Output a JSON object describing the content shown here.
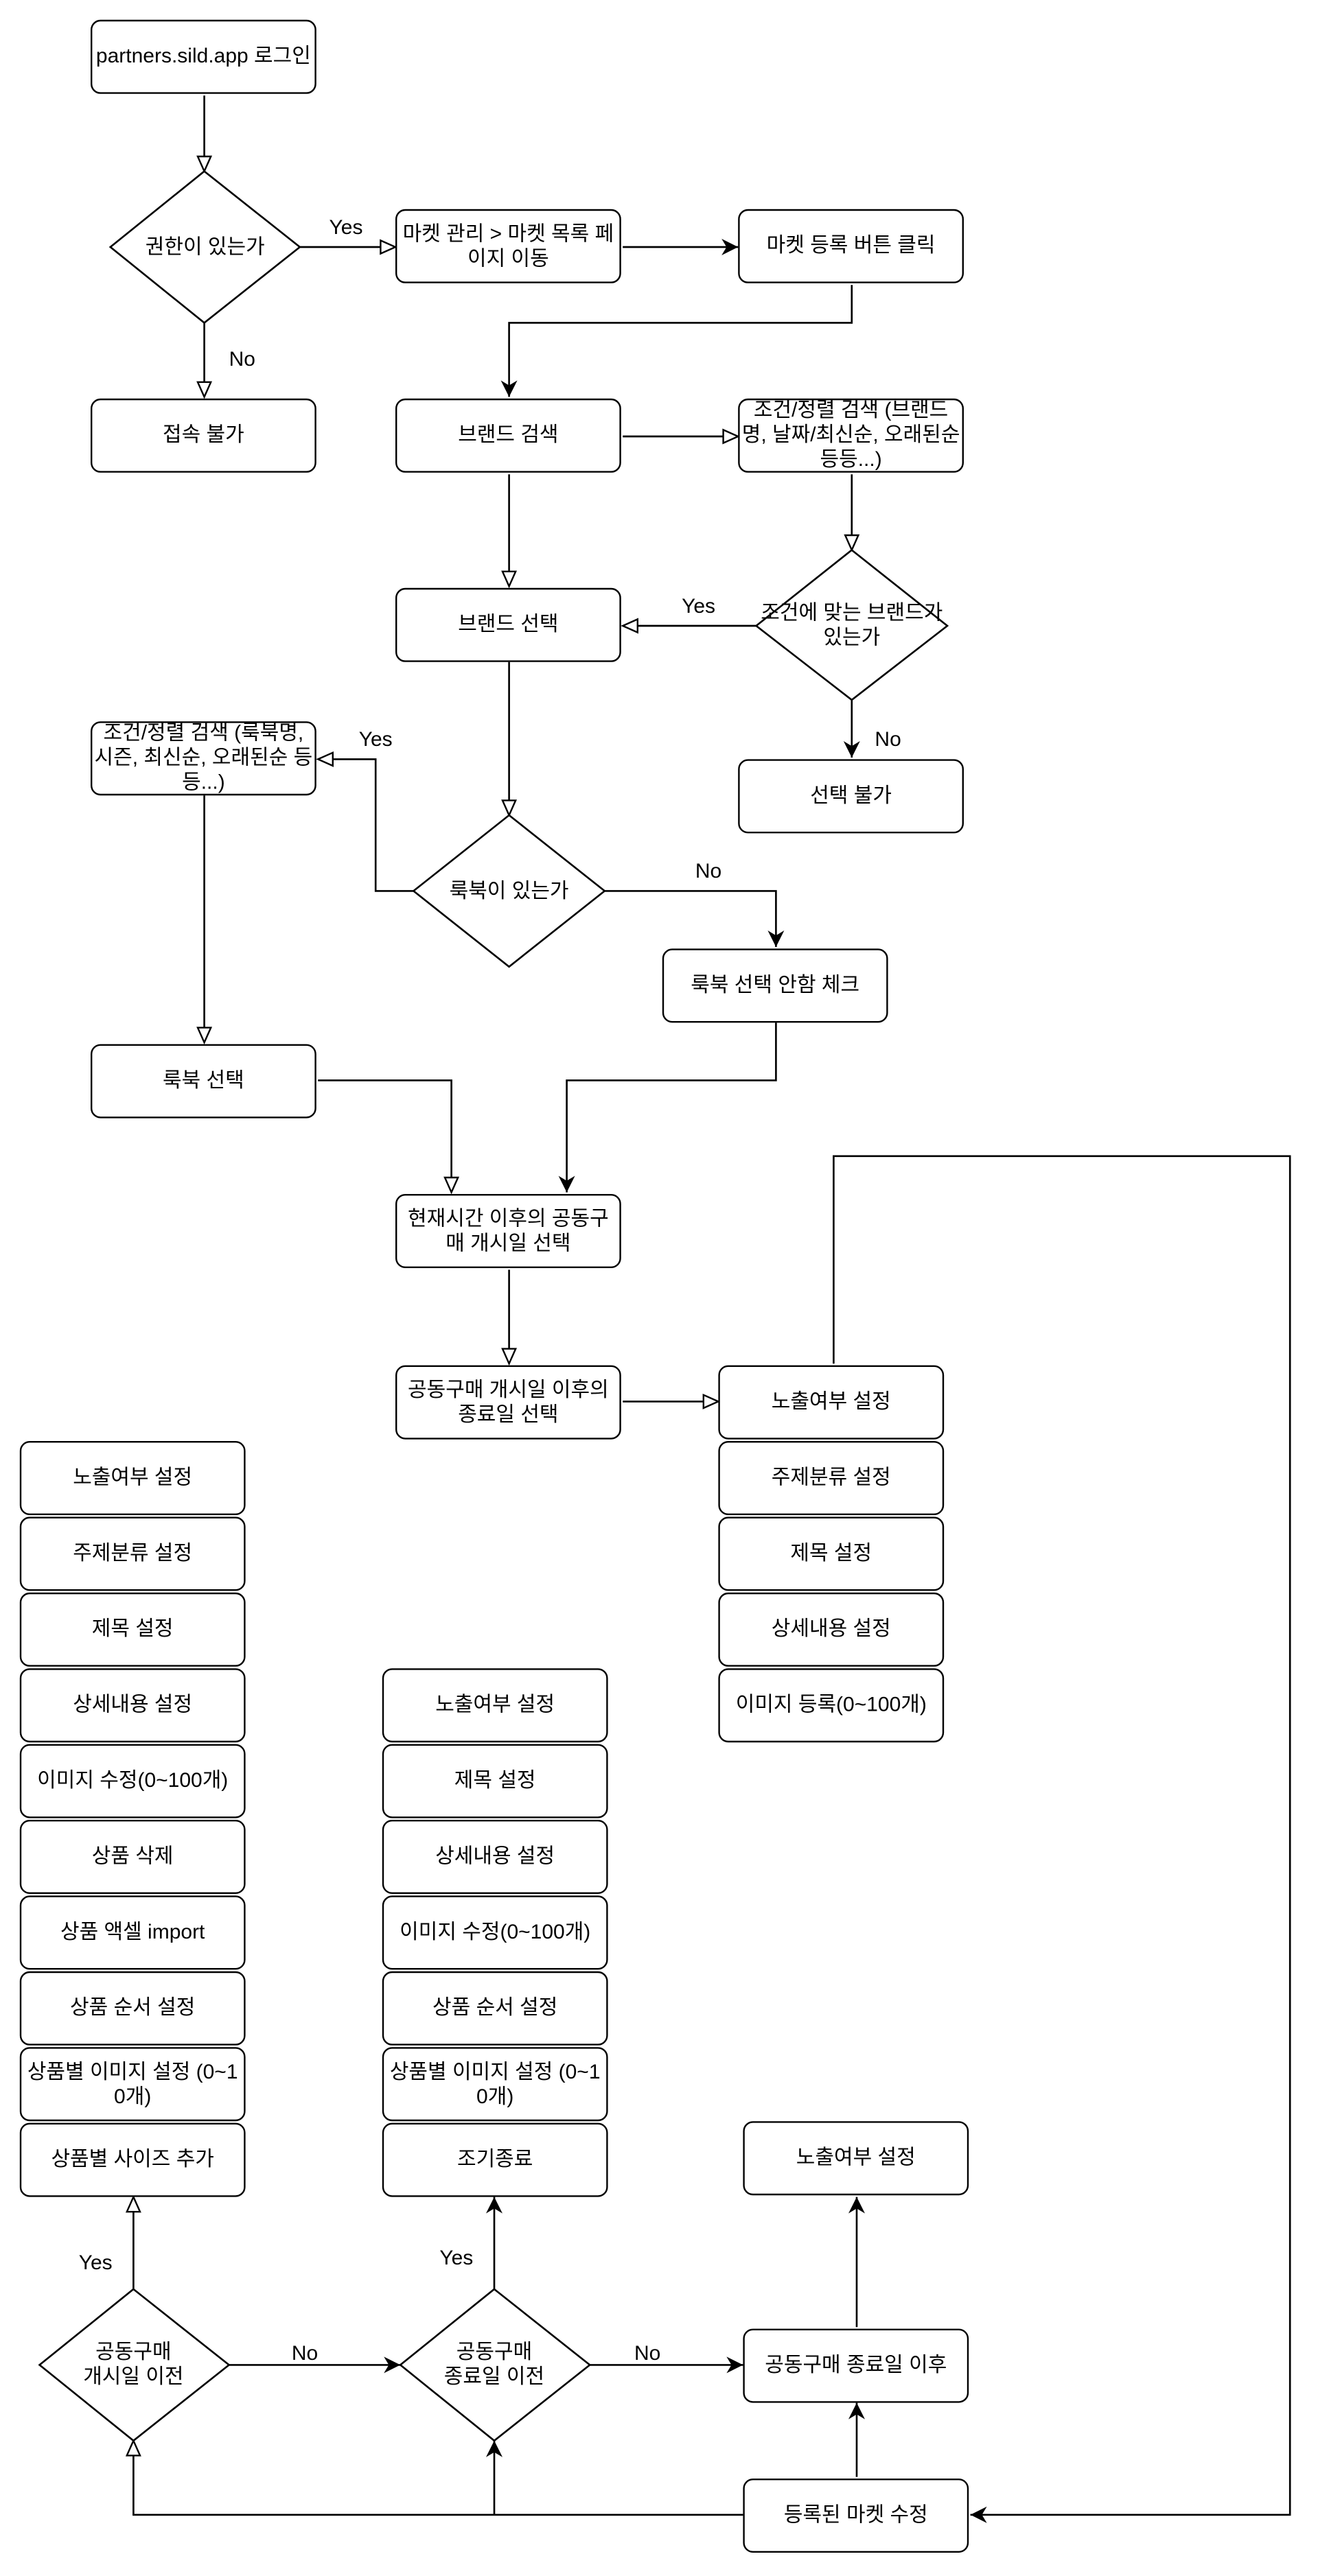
{
  "nodes": {
    "login": "partners.sild.app 로그인",
    "has_permission": "권한이 있는가",
    "market_list_page": "마켓 관리 > 마켓 목록 페이지 이동",
    "market_register_click": "마켓 등록 버튼 클릭",
    "no_access": "접속 불가",
    "brand_search": "브랜드 검색",
    "brand_filter_search": "조건/정렬 검색 (브랜드명, 날짜/최신순, 오래된순 등등...)",
    "brand_match": "조건에 맞는 브랜드가 있는가",
    "brand_select": "브랜드 선택",
    "select_unavailable": "선택 불가",
    "lookbook_filter_search": "조건/정렬 검색 (룩북명, 시즌, 최신순, 오래된순 등등...)",
    "has_lookbook": "룩북이 있는가",
    "lookbook_skip_check": "룩북 선택 안함 체크",
    "lookbook_select": "룩북 선택",
    "start_date_select": "현재시간 이후의 공동구매 개시일 선택",
    "end_date_select": "공동구매 개시일 이후의 종료일 선택",
    "edit_registered_market": "등록된 마켓 수정",
    "before_start": "공동구매\n개시일 이전",
    "before_end": "공동구매\n종료일 이전",
    "after_end": "공동구매 종료일 이후",
    "after_end_visibility": "노출여부 설정"
  },
  "register_settings": [
    "노출여부 설정",
    "주제분류 설정",
    "제목 설정",
    "상세내용 설정",
    "이미지 등록(0~100개)"
  ],
  "before_start_settings": [
    "노출여부 설정",
    "주제분류 설정",
    "제목 설정",
    "상세내용 설정",
    "이미지 수정(0~100개)",
    "상품 삭제",
    "상품 액셀 import",
    "상품 순서 설정",
    "상품별 이미지 설정 (0~10개)",
    "상품별 사이즈 추가"
  ],
  "before_end_settings": [
    "노출여부 설정",
    "제목 설정",
    "상세내용 설정",
    "이미지 수정(0~100개)",
    "상품 순서 설정",
    "상품별 이미지 설정 (0~10개)",
    "조기종료"
  ],
  "labels": {
    "yes": "Yes",
    "no": "No"
  }
}
